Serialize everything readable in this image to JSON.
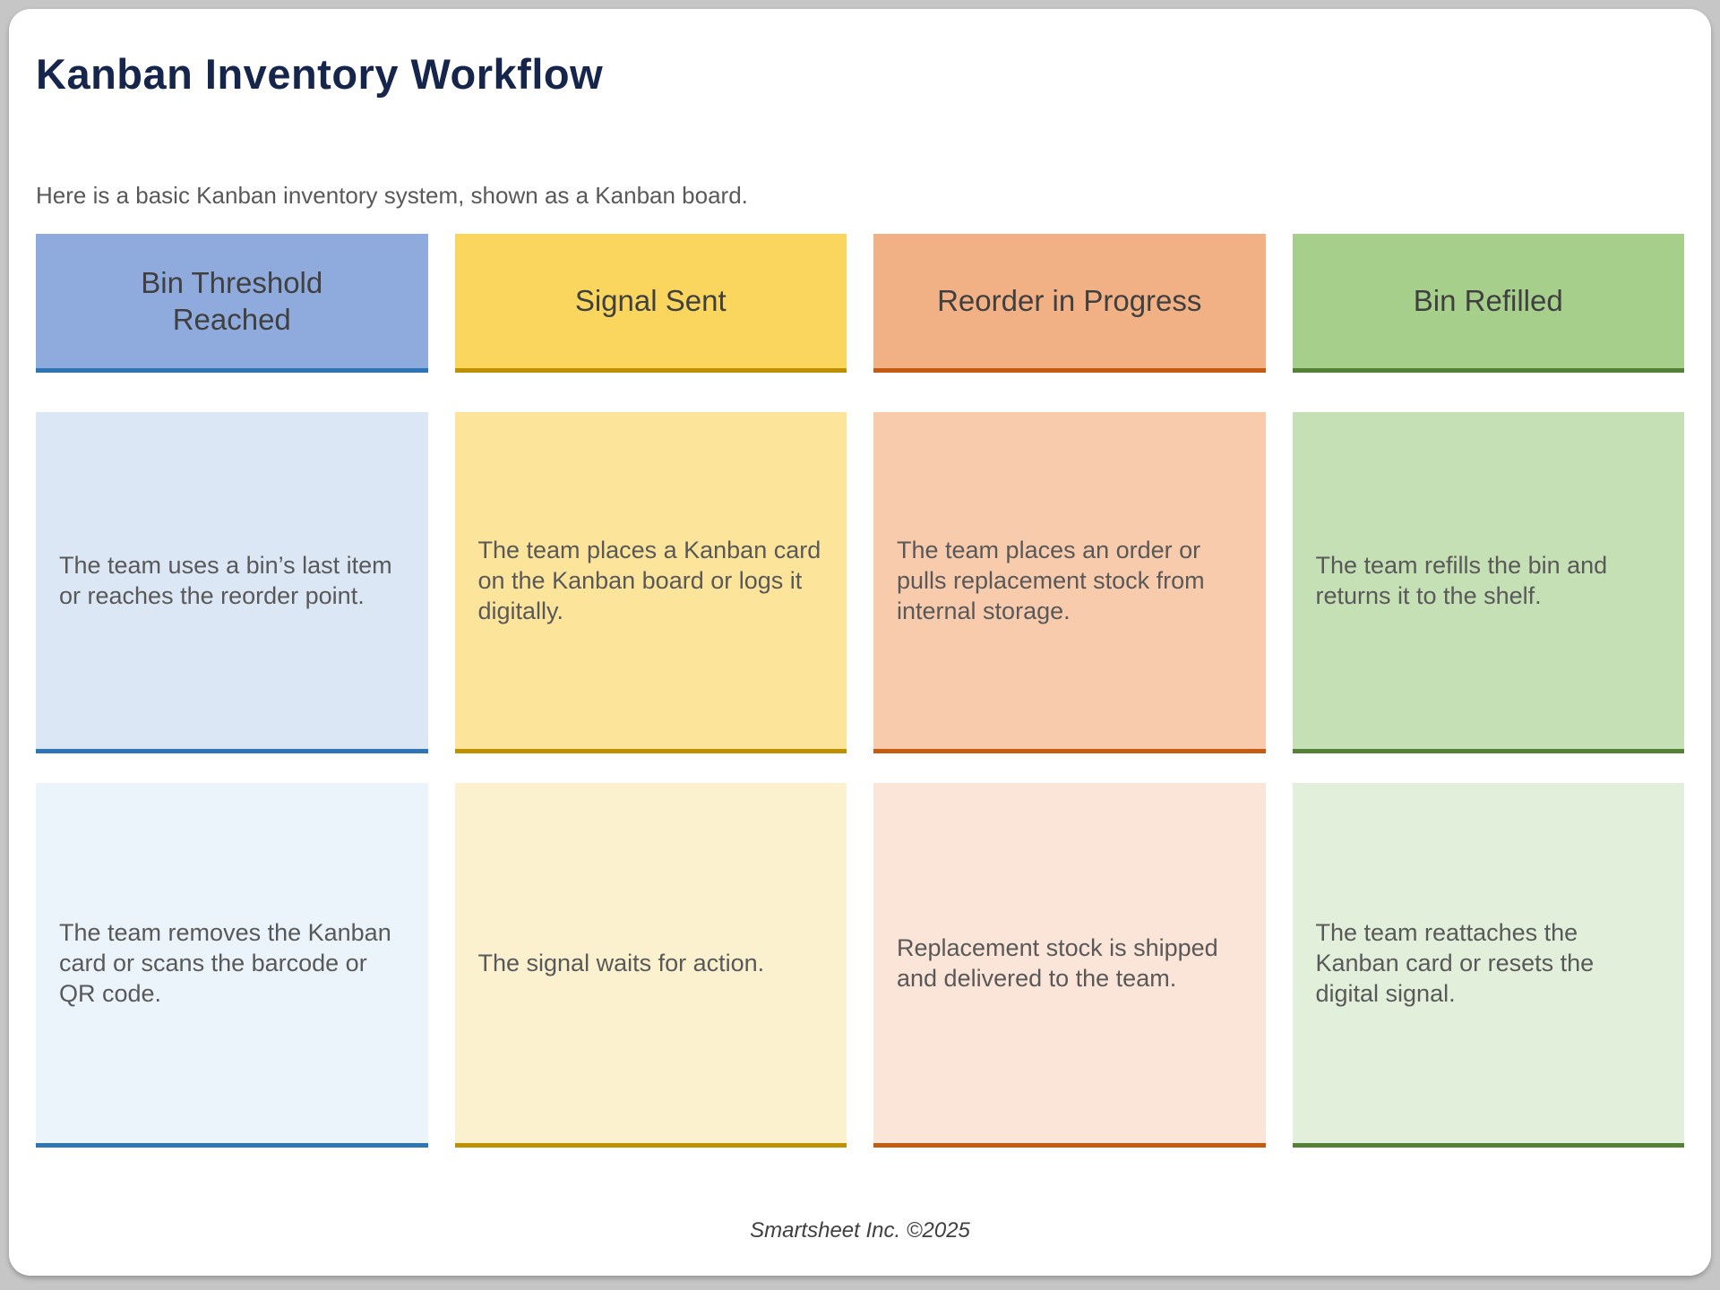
{
  "page": {
    "title": "Kanban Inventory Workflow",
    "subtitle": "Here is a basic Kanban inventory system, shown as a Kanban board.",
    "footer": "Smartsheet Inc. ©2025",
    "colors": {
      "title_text": "#16254C",
      "body_text": "#595959",
      "header_text": "#404040",
      "page_bg": "#FFFFFF",
      "frame_bg": "#C6C6C6"
    }
  },
  "board": {
    "columns": [
      {
        "header": "Bin Threshold Reached",
        "colors": {
          "header_bg": "#8FAADC",
          "accent": "#2E75B6",
          "card1_bg": "#DCE7F5",
          "card2_bg": "#EBF3FB"
        },
        "cards": [
          "The team uses a bin’s last item or reaches the reorder point.",
          "The team removes the Kanban card or scans the barcode or QR code."
        ]
      },
      {
        "header": "Signal Sent",
        "colors": {
          "header_bg": "#FBD65F",
          "accent": "#BF9000",
          "card1_bg": "#FDE49B",
          "card2_bg": "#FCF1CF"
        },
        "cards": [
          "The team places a Kanban card on the Kanban board or logs it digitally.",
          "The signal waits for action."
        ]
      },
      {
        "header": "Reorder in Progress",
        "colors": {
          "header_bg": "#F2B184",
          "accent": "#C55A11",
          "card1_bg": "#F8CBAD",
          "card2_bg": "#FBE5D8"
        },
        "cards": [
          "The team places an order or pulls replacement stock from internal storage.",
          "Replacement stock is shipped and delivered to the team."
        ]
      },
      {
        "header": "Bin Refilled",
        "colors": {
          "header_bg": "#A7CF8C",
          "accent": "#538135",
          "card1_bg": "#C5E0B4",
          "card2_bg": "#E2EFDA"
        },
        "cards": [
          "The team refills the bin and returns it to the shelf.",
          "The team reattaches the Kanban card or resets the digital signal."
        ]
      }
    ]
  }
}
